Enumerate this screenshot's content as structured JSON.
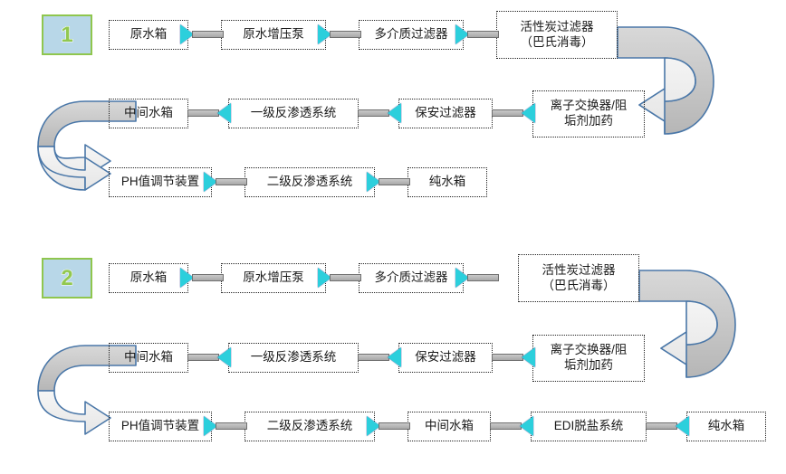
{
  "page": {
    "title": "纯水处理工艺流程图",
    "colors": {
      "arrow_teal": "#2ccfdc",
      "connector_gray": "#a8a8a8",
      "badge_fill": "#b8d7e8",
      "badge_border": "#8fc64e",
      "badge_text": "#92c84f",
      "curve_outline": "#4a77a8"
    }
  },
  "diagrams": [
    {
      "id": "diagram-1",
      "badge": "1",
      "rows": [
        {
          "direction": "ltr",
          "nodes": [
            "原水箱",
            "原水增压泵",
            "多介质过滤器",
            "活性炭过滤器\n（巴氏消毒）"
          ]
        },
        {
          "direction": "rtl",
          "nodes": [
            "中间水箱",
            "一级反渗透系统",
            "保安过滤器",
            "离子交换器/阻\n垢剂加药"
          ]
        },
        {
          "direction": "ltr",
          "nodes": [
            "PH值调节装置",
            "二级反渗透系统",
            "纯水箱"
          ]
        }
      ],
      "uturns": [
        "right-wrap",
        "left-wrap"
      ]
    },
    {
      "id": "diagram-2",
      "badge": "2",
      "rows": [
        {
          "direction": "ltr",
          "nodes": [
            "原水箱",
            "原水增压泵",
            "多介质过滤器",
            "活性炭过滤器\n（巴氏消毒）"
          ]
        },
        {
          "direction": "rtl",
          "nodes": [
            "中间水箱",
            "一级反渗透系统",
            "保安过滤器",
            "离子交换器/阻\n垢剂加药"
          ]
        },
        {
          "direction": "mixed",
          "nodes": [
            "PH值调节装置",
            "二级反渗透系统",
            "中间水箱",
            "EDI脱盐系统",
            "纯水箱"
          ]
        }
      ],
      "uturns": [
        "right-wrap",
        "left-wrap"
      ]
    }
  ]
}
